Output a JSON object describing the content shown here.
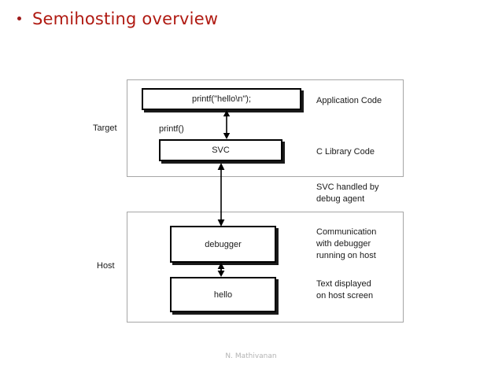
{
  "slide": {
    "title": "Semihosting overview",
    "bullet_glyph": "•",
    "title_color": "#b01a12",
    "footer": "N. Mathivanan"
  },
  "diagram": {
    "type": "block-diagram",
    "panels": [
      {
        "id": "target",
        "label": "Target"
      },
      {
        "id": "host",
        "label": "Host"
      }
    ],
    "nodes": [
      {
        "id": "printf-call",
        "label": "printf(\"hello\\n\");"
      },
      {
        "id": "svc",
        "label": "SVC"
      },
      {
        "id": "debugger",
        "label": "debugger"
      },
      {
        "id": "hello",
        "label": "hello"
      }
    ],
    "captions": [
      {
        "id": "printf-caption",
        "label": "printf()"
      }
    ],
    "annotations": [
      {
        "id": "application-code",
        "label": "Application Code"
      },
      {
        "id": "c-library-code",
        "label": "C Library Code"
      },
      {
        "id": "svc-handled",
        "label": "SVC handled by\ndebug agent"
      },
      {
        "id": "communication",
        "label": "Communication\nwith debugger\nrunning on host"
      },
      {
        "id": "text-displayed",
        "label": "Text displayed\non host screen"
      }
    ],
    "colors": {
      "panel_border": "#a6a6a6",
      "node_border": "#000000",
      "node_fill": "#ffffff",
      "arrow": "#000000",
      "text": "#1a1a1a"
    }
  }
}
